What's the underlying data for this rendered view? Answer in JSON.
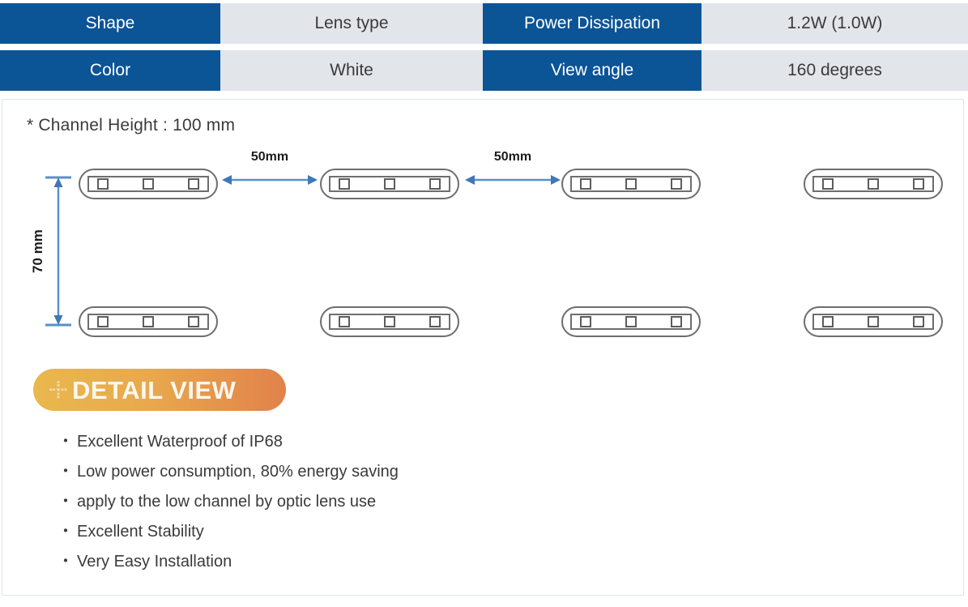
{
  "spec_table": {
    "rows": [
      {
        "key1": "Shape",
        "val1": "Lens type",
        "key2": "Power Dissipation",
        "val2": "1.2W (1.0W)"
      },
      {
        "key1": "Color",
        "val1": "White",
        "key2": "View angle",
        "val2": "160 degrees"
      }
    ]
  },
  "panel": {
    "channel_note": "* Channel Height : 100 mm",
    "diagram": {
      "horizontal_dims": [
        {
          "label": "50mm"
        },
        {
          "label": "50mm"
        }
      ],
      "vertical_dim": {
        "label": "70 mm"
      },
      "module_led_count": 3,
      "rows": 2,
      "modules_per_row": 4
    },
    "detail_badge": {
      "title": "DETAIL VIEW",
      "icon": "sparkle-icon"
    },
    "features": [
      {
        "bullet": "・",
        "text": "Excellent Waterproof of IP68"
      },
      {
        "bullet": "・",
        "text": "Low power consumption, 80% energy saving"
      },
      {
        "bullet": "・",
        "text": "apply to the low channel by optic lens use"
      },
      {
        "bullet": "・",
        "text": "Excellent Stability"
      },
      {
        "bullet": "・",
        "text": "Very Easy Installation"
      }
    ]
  },
  "colors": {
    "header_blue": "#0b5496",
    "value_gray": "#e2e6ea",
    "arrow_blue": "#5b8fc9",
    "badge_gradient_start": "#e9b84e",
    "badge_gradient_end": "#e1824b",
    "outline_gray": "#6e6e6e"
  }
}
